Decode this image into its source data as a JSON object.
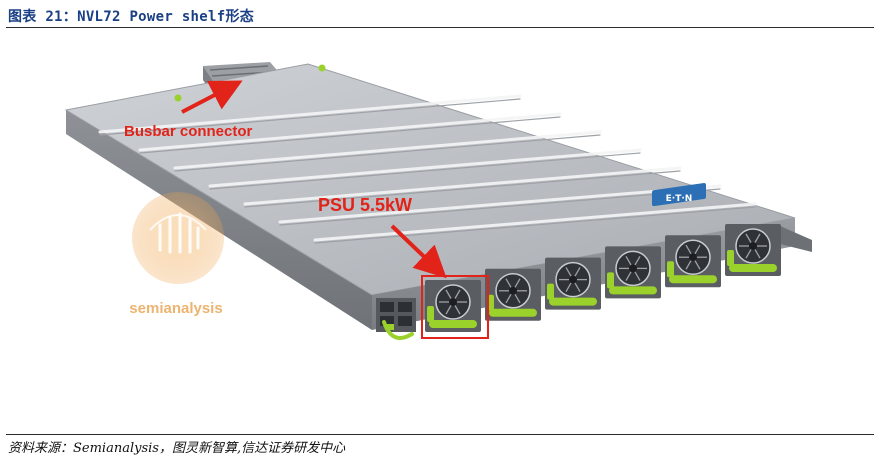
{
  "figure": {
    "title": "图表 21：NVL72 Power shelf形态",
    "image_alt": "NVL72 power shelf with six power supply units",
    "callouts": {
      "busbar": "Busbar connector",
      "psu": "PSU 5.5kW"
    },
    "watermark": "semianalysis",
    "brand_logo": "E·T·N",
    "psu_count": 6,
    "colors": {
      "callout": "#e2231a",
      "psu_handle": "#9bd12b",
      "title": "#1a3f84",
      "brand_logo": "#2d6fb5"
    }
  },
  "source": "资料来源：Semianalysis，图灵新智算,信达证券研发中心"
}
